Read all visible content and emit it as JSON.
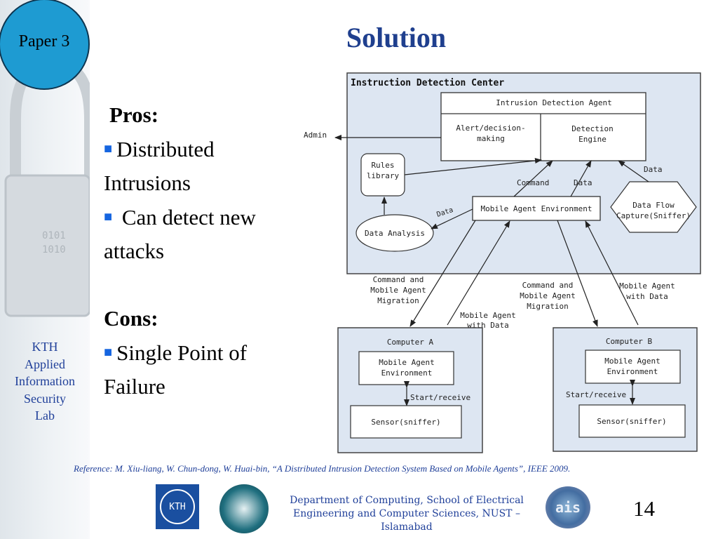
{
  "slide": {
    "badge": "Paper 3",
    "title": "Solution",
    "lab_name": [
      "KTH",
      "Applied",
      "Information",
      "Security",
      "Lab"
    ],
    "pros_heading": "Pros:",
    "pros": [
      [
        "Distributed",
        "Intrusions"
      ],
      [
        "Can detect new",
        "attacks"
      ]
    ],
    "cons_heading": "Cons:",
    "cons": [
      [
        "Single Point of",
        "Failure"
      ]
    ],
    "reference": "Reference:  M. Xiu-liang, W. Chun-dong, W. Huai-bin, “A Distributed Intrusion Detection System Based on Mobile Agents”, IEEE 2009.",
    "department": [
      "Department of Computing, School of Electrical",
      "Engineering and Computer Sciences, NUST –",
      "Islamabad"
    ],
    "page_number": "14",
    "kth_logo_text": "KTH"
  },
  "diagram": {
    "center_title": "Instruction Detection Center",
    "agent": "Intrusion Detection Agent",
    "alert": [
      "Alert/decision-",
      "making"
    ],
    "engine": [
      "Detection",
      "Engine"
    ],
    "admin": "Admin",
    "rules": [
      "Rules",
      "library"
    ],
    "data_analysis": "Data Analysis",
    "mae": "Mobile Agent Environment",
    "dataflow": [
      "Data Flow",
      "Capture(Sniffer)"
    ],
    "lbl_command": "Command",
    "lbl_data": "Data",
    "lbl_cmd_migration": [
      "Command and",
      "Mobile Agent",
      "Migration"
    ],
    "lbl_agent_with_data": [
      "Mobile Agent",
      "with Data"
    ],
    "computer_a": "Computer A",
    "computer_b": "Computer B",
    "mae_lines": [
      "Mobile Agent",
      "Environment"
    ],
    "start_receive": "Start/receive",
    "sensor": "Sensor(sniffer)"
  }
}
